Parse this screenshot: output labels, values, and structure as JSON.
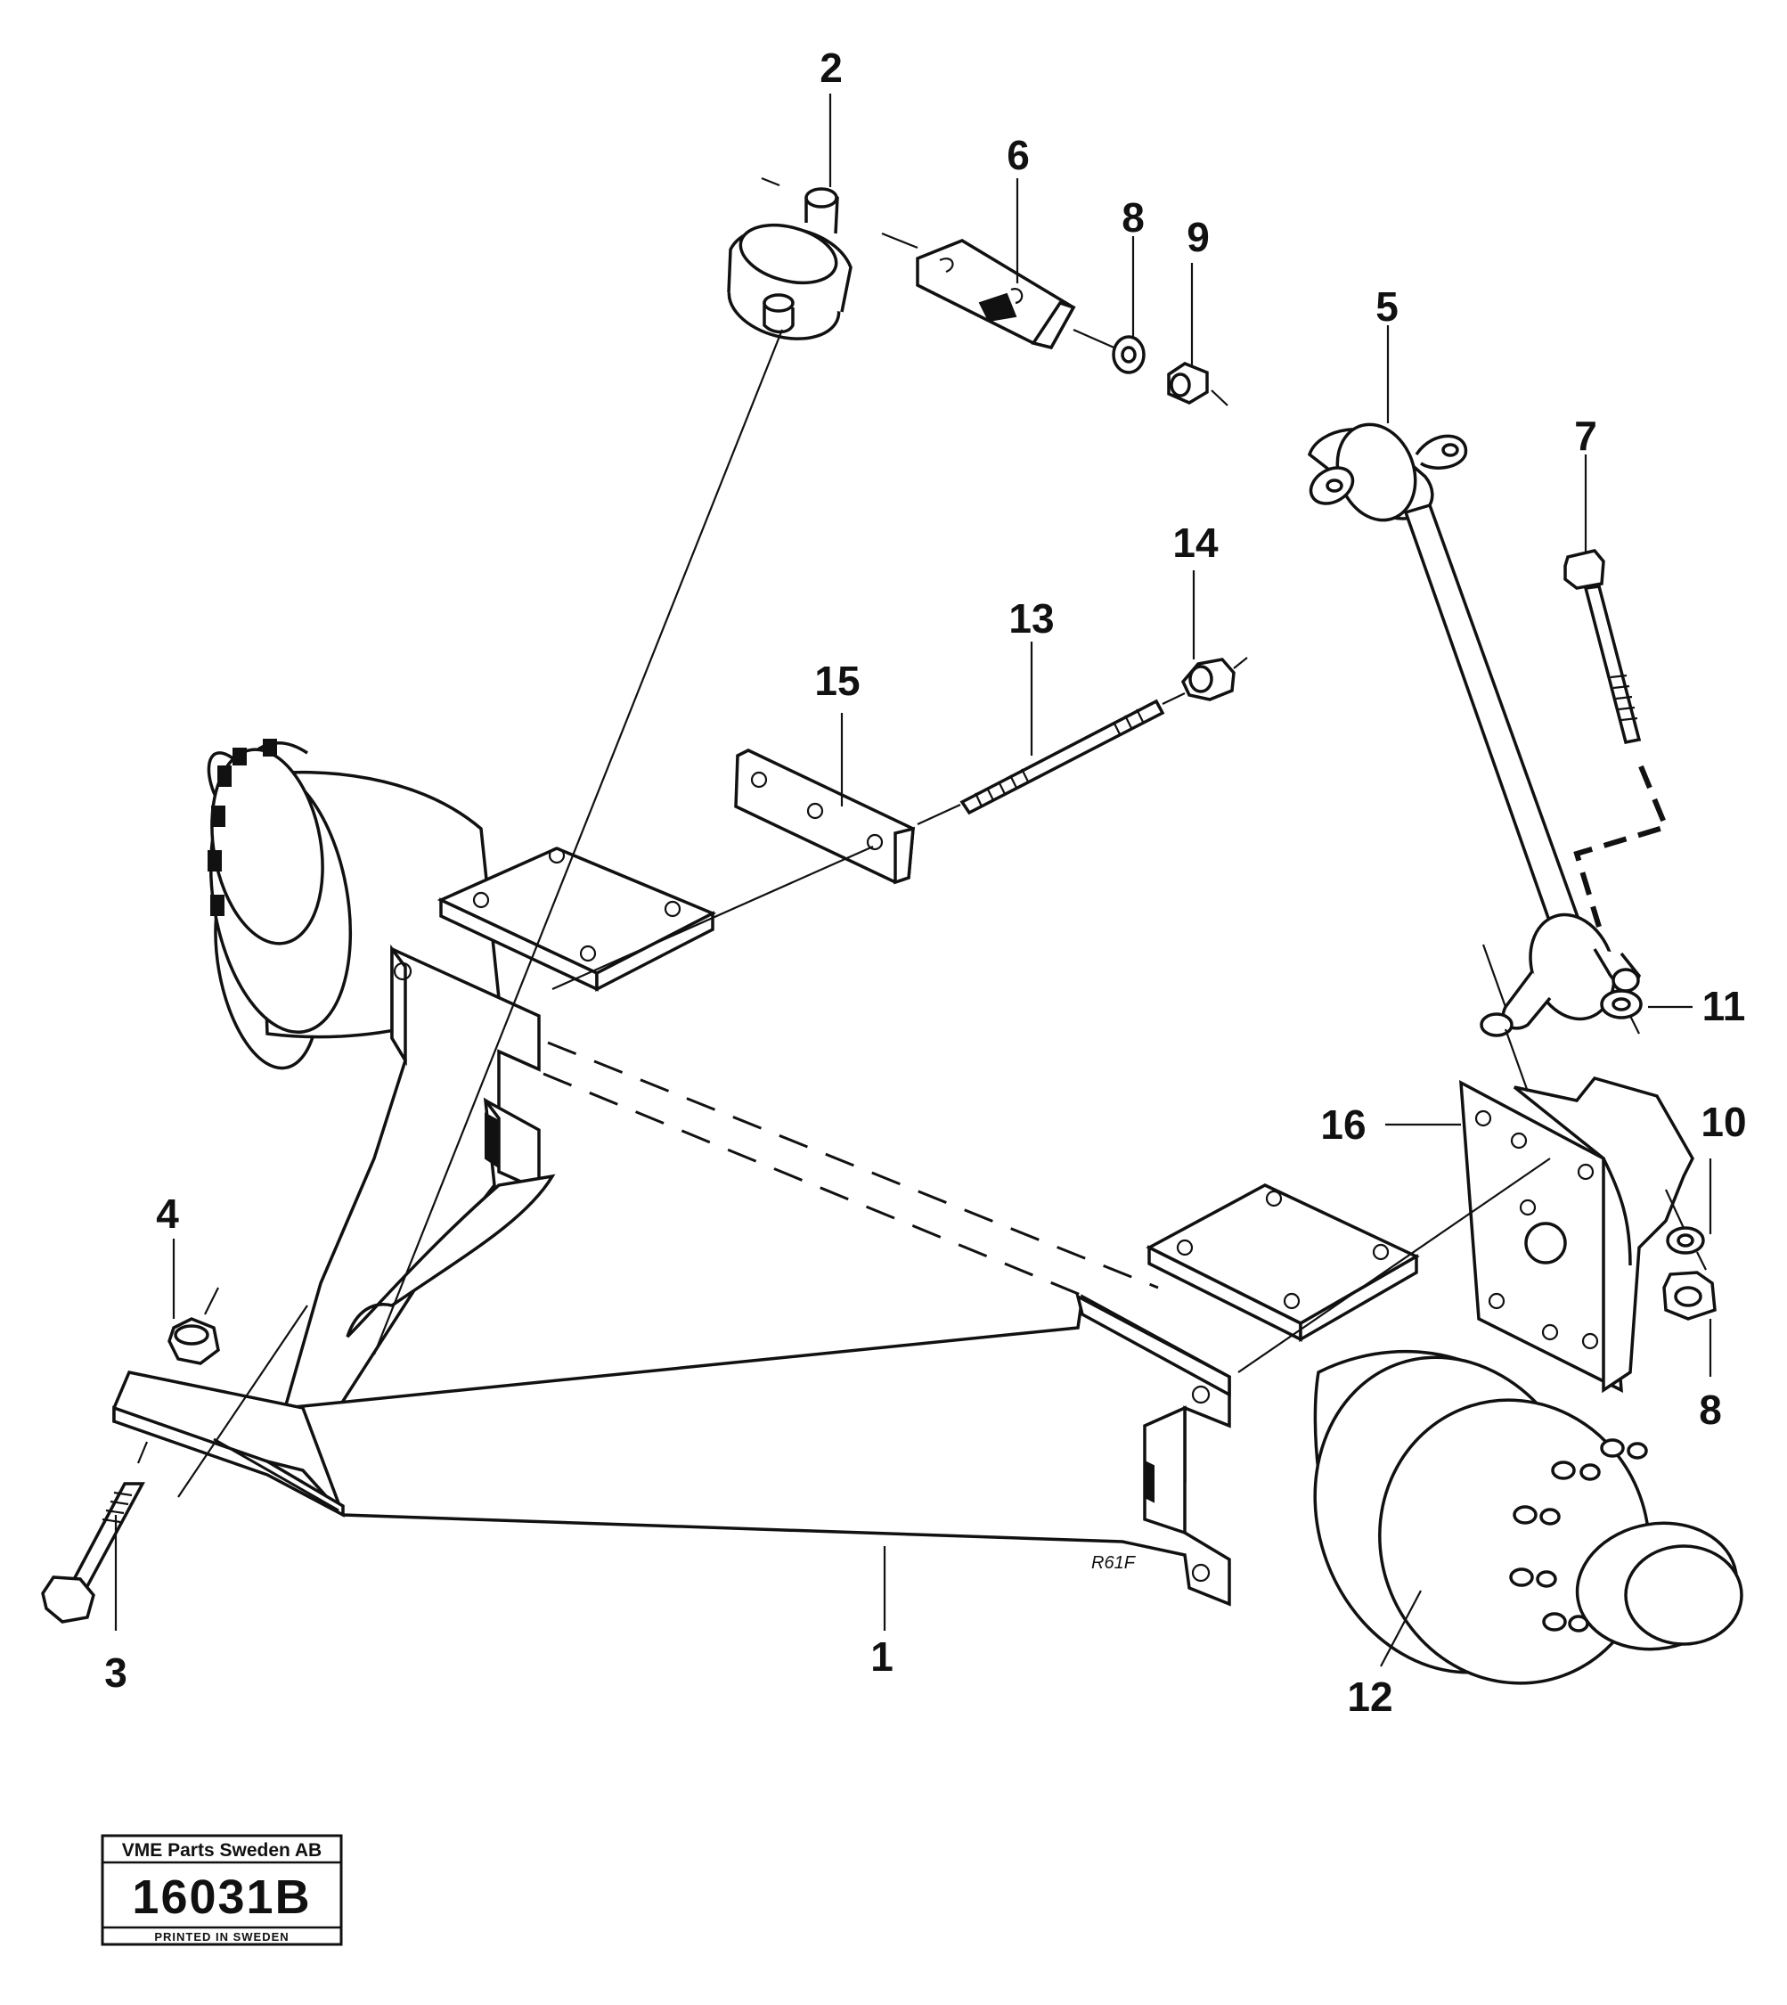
{
  "callouts": {
    "c1": "1",
    "c2": "2",
    "c3": "3",
    "c4": "4",
    "c5": "5",
    "c6": "6",
    "c7": "7",
    "c8a": "8",
    "c8b": "8",
    "c9": "9",
    "c10": "10",
    "c11": "11",
    "c12": "12",
    "c13": "13",
    "c14": "14",
    "c15": "15",
    "c16": "16"
  },
  "drawing_mark": "R61F",
  "stamp": {
    "company": "VME Parts Sweden AB",
    "number": "16031B",
    "printed": "PRINTED IN SWEDEN"
  }
}
